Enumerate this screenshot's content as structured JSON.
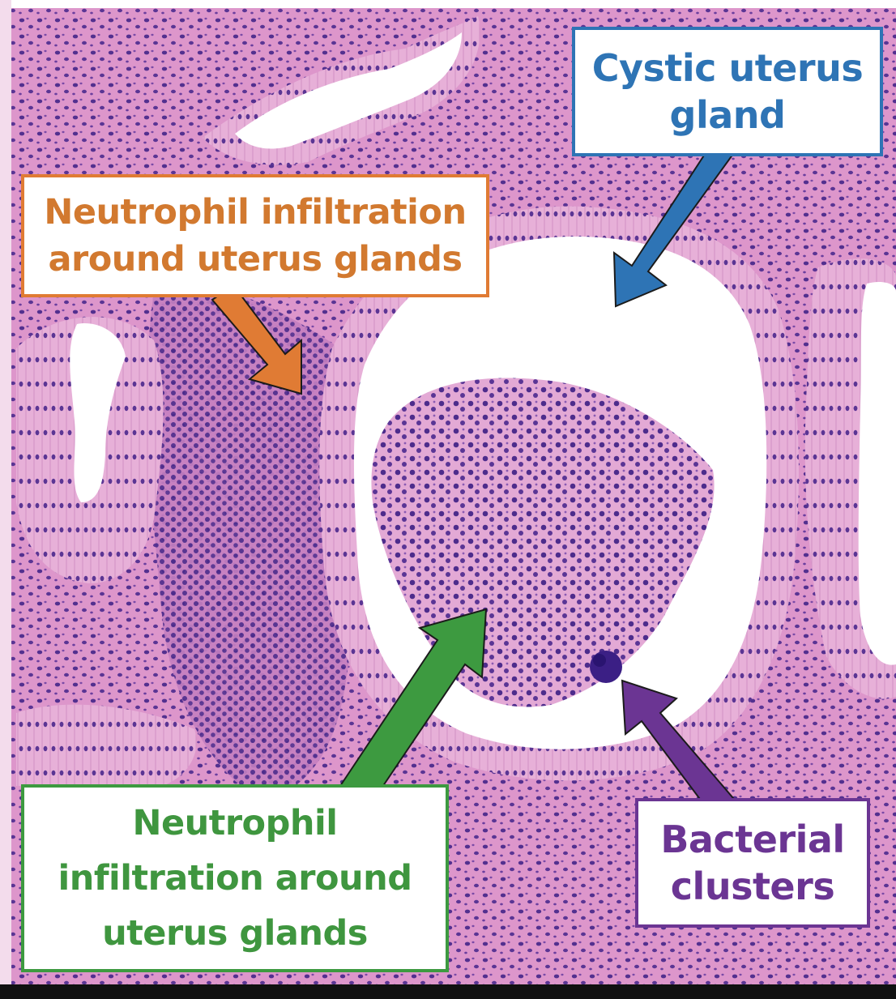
{
  "image": {
    "description_colors": {
      "tissue_base": "#d98fc6",
      "tissue_light": "#e9b5dc",
      "nuclei": "#4a2a8a",
      "lumen": "#ffffff",
      "bar": "#111111"
    }
  },
  "labels": {
    "cystic": {
      "lines": [
        "Cystic uterus",
        "gland"
      ],
      "color": "#2e74b5"
    },
    "orange": {
      "lines": [
        "Neutrophil infiltration",
        "around uterus glands"
      ],
      "color": "#d2792f"
    },
    "green": {
      "lines": [
        "Neutrophil",
        "infiltration around",
        "uterus glands"
      ],
      "color": "#3f963f"
    },
    "purple": {
      "lines": [
        "Bacterial",
        "clusters"
      ],
      "color": "#6b3593"
    }
  },
  "arrows": {
    "cystic_color": "#2e74b5",
    "orange_color": "#e07b34",
    "green_color": "#3d9a40",
    "purple_color": "#6b3593"
  }
}
